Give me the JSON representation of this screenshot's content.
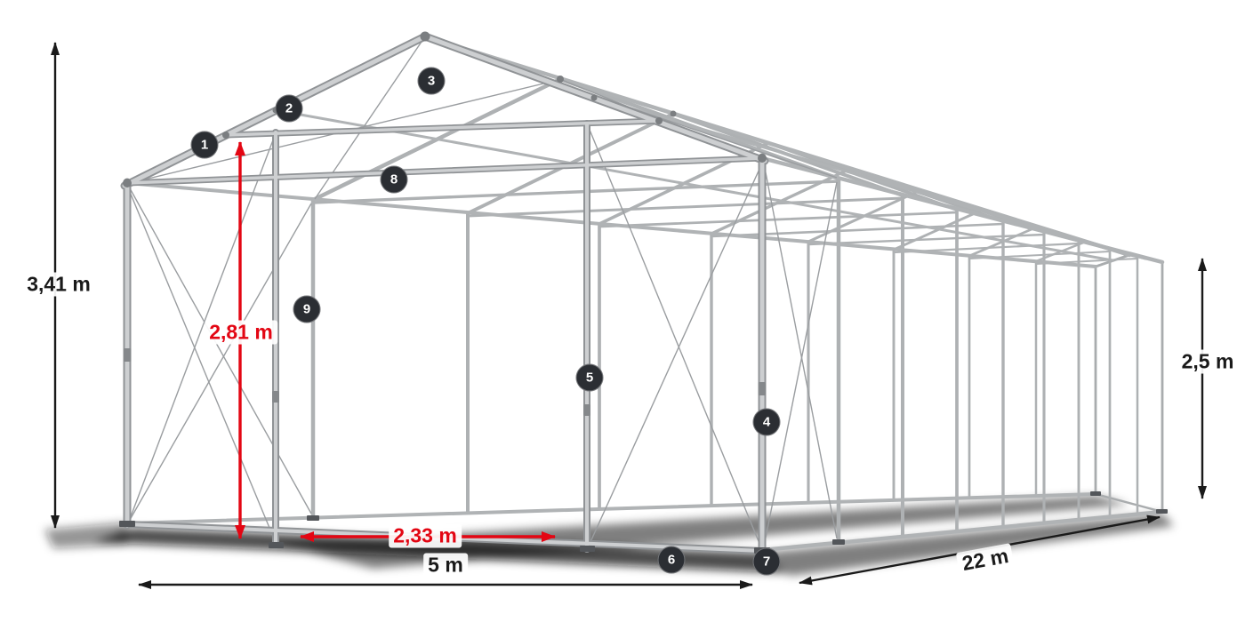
{
  "diagram": {
    "name": "Storage tent steel frame construction diagram",
    "callouts": [
      "1",
      "2",
      "3",
      "4",
      "5",
      "6",
      "7",
      "8",
      "9"
    ],
    "dimensions": {
      "total_height": "3,41 m",
      "entrance_height": "2,81 m",
      "side_height": "2,5 m",
      "entrance_width": "2,33 m",
      "width": "5 m",
      "length": "22 m"
    },
    "colors": {
      "steel": "#b2b5b7",
      "highlight_red": "#e30613",
      "annotation_dark": "#2b2e33",
      "dimension_black": "#1a1a1a"
    }
  }
}
